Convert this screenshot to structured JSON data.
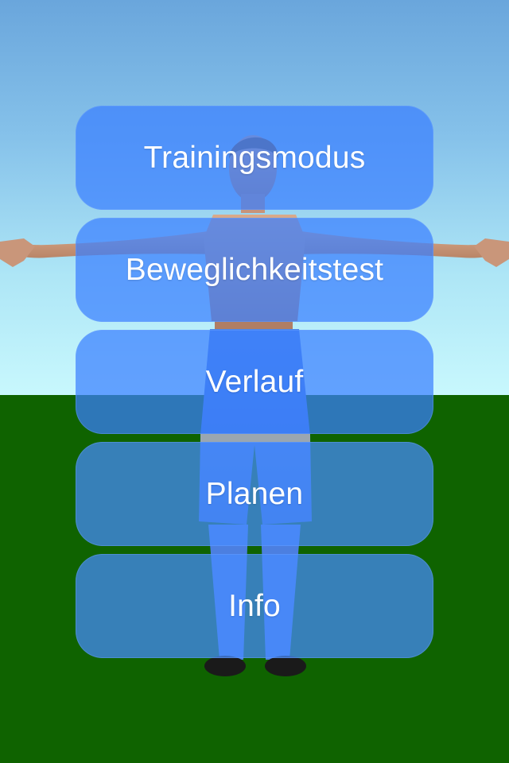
{
  "menu": {
    "items": [
      {
        "label": "Trainingsmodus"
      },
      {
        "label": "Beweglichkeitstest"
      },
      {
        "label": "Verlauf"
      },
      {
        "label": "Planen"
      },
      {
        "label": "Info"
      }
    ]
  },
  "colors": {
    "sky_top": "#6aa6dc",
    "sky_bottom": "#c8f8fd",
    "ground": "#0f6300",
    "button": "#3a80ff",
    "label": "#ffffff"
  }
}
